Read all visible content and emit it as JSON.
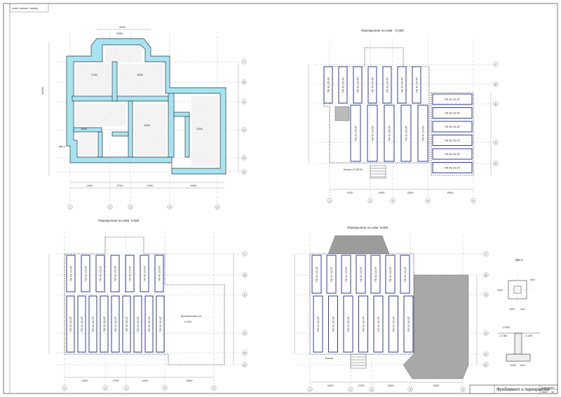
{
  "sheet": {
    "corner_label": "ответ  копию / шифр",
    "stamp_title": "Фундамент и перекрытия",
    "stamp_variant": "3 Вариант",
    "stamp_sheet": "Лист",
    "stamp_sheets": "12"
  },
  "plans": {
    "foundation": {
      "slab_dims": [
        "4000",
        "3360",
        "2760",
        "1860",
        "3360",
        "1840",
        "2000"
      ],
      "overall": "11300"
    },
    "slab_1": {
      "title": "Перекрытие на отм. +3.000"
    },
    "slab_0": {
      "title": "Перекрытие на отм. 0.000"
    },
    "slab_2": {
      "title": "Перекрытие на отм. 6.000"
    },
    "detail": {
      "title": "фм-1"
    }
  },
  "slab_labels": {
    "p1_top": [
      "ПК 42.15-8Т",
      "ПК 42.15-8Т",
      "ПК 42.15-8Т",
      "ПК 42.15-8Т",
      "ПК 42.15-8Т",
      "ПК 42.15-8Т",
      "ПК 42.15-8Т"
    ],
    "p1_mid": [
      "ПК 42.15-8Т",
      "ПК 42.15-8Т",
      "ПК 42.15-8Т",
      "ПК 42.15-8Т",
      "ПК 42.15-8Т"
    ],
    "p1_right": [
      "ПК 48.15-8Т",
      "ПК 48.15-8Т",
      "ПК 48.15-8Т",
      "ПК 48.15-8Т",
      "ПК 48.15-8Т",
      "ПК 48.15-8Т"
    ],
    "p0_top": [
      "ПК 42.15-8Т",
      "ПК 42.15-8Т",
      "ПК 42.15-8Т",
      "ПК 42.15-8Т",
      "ПК 42.15-8Т",
      "ПК 42.15-8Т",
      "ПК 42.15-8Т"
    ],
    "p0_bot": [
      "ПК 42.15-8Т",
      "ПК 42.15-8Т",
      "ПК 42.15-8Т",
      "ПК 42.15-8Т",
      "ПК 42.15-8Т",
      "ПК 42.15-8Т",
      "ПК 42.15-8Т",
      "ПК 42.15-8Т",
      "ПК 42.15-8Т"
    ],
    "p2_top": [
      "ПК 42.15-8Т",
      "ПК 42.15-8Т",
      "ПК 42.15-8Т",
      "ПК 42.15-8Т",
      "ПК 42.15-8Т",
      "ПК 42.15-8Т",
      "ПК 42.15-8Т"
    ],
    "p2_bot": [
      "ПК 42.15-8Т",
      "ПК 42.15-8Т",
      "ПК 42.15-8Т",
      "ПК 42.15-8Т",
      "ПК 42.15-8Т",
      "ПК 42.15-8Т",
      "ПК 42.15-8Т"
    ]
  },
  "notes": {
    "monolith": "Монолитный уч.",
    "monolith_mark": "-0.900",
    "beam": "Балка 2Т,8Р.51",
    "beam2": "Балка"
  },
  "axes": {
    "bottom_dims_1": [
      "4200",
      "2700",
      "4200",
      "5300"
    ],
    "bottom_dims_2": [
      "4200",
      "2400",
      "3300",
      "5900"
    ],
    "bottom_dims_3": [
      "4200",
      "2700",
      "4200",
      "5300"
    ],
    "bottom_dims_4": [
      "4200",
      "2700",
      "4200",
      "5300"
    ],
    "numbers": [
      "1",
      "2",
      "3",
      "4",
      "5"
    ],
    "letters": [
      "Г",
      "В",
      "Б",
      "А",
      "А'",
      "Б'"
    ]
  },
  "detail_dims": [
    "600",
    "440",
    "600",
    "440",
    "1200",
    "600",
    "-0.900",
    "-0.780",
    "-1.200"
  ]
}
